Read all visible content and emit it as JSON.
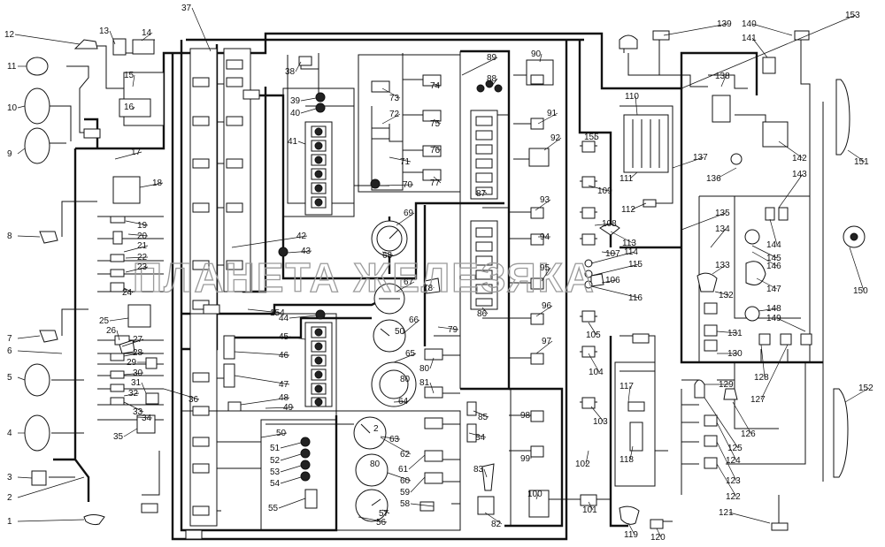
{
  "watermark": "ПЛАНЕТА ЖЕЛЕЗЯКА",
  "callouts": [
    "1",
    "2",
    "3",
    "4",
    "5",
    "6",
    "7",
    "8",
    "9",
    "10",
    "11",
    "12",
    "13",
    "14",
    "15",
    "16",
    "17",
    "18",
    "19",
    "20",
    "21",
    "22",
    "23",
    "24",
    "25",
    "26",
    "27",
    "28",
    "29",
    "30",
    "31",
    "32",
    "33",
    "34",
    "35",
    "36",
    "37",
    "38",
    "39",
    "40",
    "41",
    "42",
    "43",
    "44",
    "45",
    "46",
    "47",
    "48",
    "49",
    "50",
    "51",
    "52",
    "53",
    "54",
    "55",
    "56",
    "57",
    "58",
    "59",
    "60",
    "61",
    "62",
    "63",
    "64",
    "65",
    "66",
    "67",
    "68",
    "69",
    "70",
    "71",
    "72",
    "73",
    "74",
    "75",
    "76",
    "77",
    "78",
    "79",
    "80",
    "81",
    "82",
    "83",
    "84",
    "85",
    "86",
    "87",
    "88",
    "89",
    "90",
    "91",
    "92",
    "93",
    "94",
    "95",
    "96",
    "97",
    "98",
    "99",
    "100",
    "101",
    "102",
    "103",
    "104",
    "105",
    "106",
    "107",
    "108",
    "109",
    "110",
    "111",
    "112",
    "113",
    "114",
    "115",
    "116",
    "117",
    "118",
    "119",
    "120",
    "121",
    "122",
    "123",
    "124",
    "125",
    "126",
    "127",
    "128",
    "129",
    "130",
    "131",
    "132",
    "133",
    "134",
    "135",
    "136",
    "137",
    "138",
    "139",
    "140",
    "141",
    "142",
    "143",
    "144",
    "145",
    "146",
    "147",
    "148",
    "149",
    "150",
    "151",
    "152",
    "153",
    "154",
    "155"
  ],
  "gauge_labels": {
    "tachometer": "50",
    "pressure": "2",
    "temperature": "80",
    "speedometer": "80"
  }
}
